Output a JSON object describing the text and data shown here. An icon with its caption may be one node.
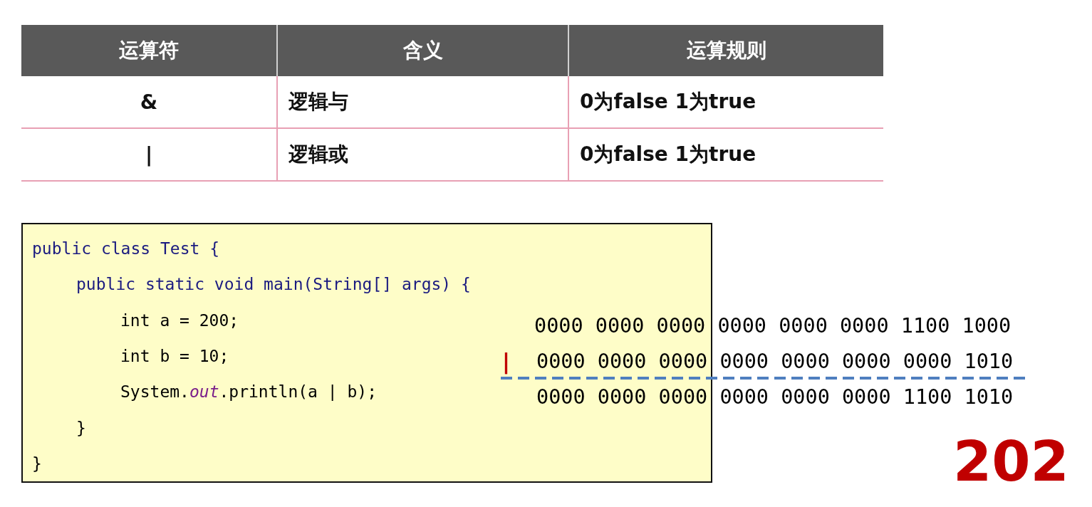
{
  "diagram": {
    "labels": [
      "运算符",
      "含义",
      "运算规则",
      "&",
      "逻辑与",
      "0为false 1为true",
      "|",
      "逻辑或",
      "0为false 1为true",
      "public class Test {",
      "public static void main(String[] args) {",
      "int a = 200;",
      "int b = 10;",
      "System.*out*.println(a | b);",
      "}",
      "}",
      "0000 0000 0000 0000 0000 0000 1100 1000",
      "|",
      "0000 0000 0000 0000 0000 0000 0000 1010",
      "0000 0000 0000 0000 0000 0000 1100 1010",
      "202"
    ]
  }
}
